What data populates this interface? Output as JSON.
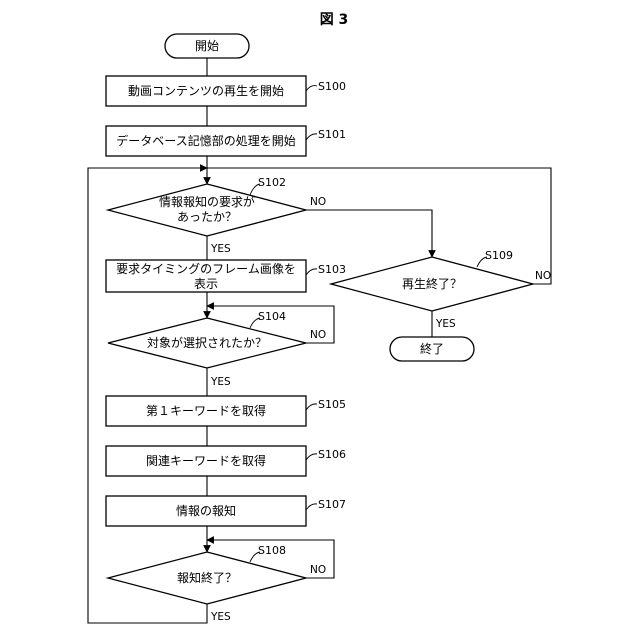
{
  "figure_title": "図 3",
  "nodes": {
    "start": {
      "text": "開始"
    },
    "s100": {
      "ref": "S100",
      "text": "動画コンテンツの再生を開始"
    },
    "s101": {
      "ref": "S101",
      "text": "データベース記憶部の処理を開始"
    },
    "s102": {
      "ref": "S102",
      "line1": "情報報知の要求が",
      "line2": "あったか？",
      "yes": "YES",
      "no": "NO"
    },
    "s103": {
      "ref": "S103",
      "line1": "要求タイミングのフレーム画像を",
      "line2": "表示"
    },
    "s104": {
      "ref": "S104",
      "text": "対象が選択されたか？",
      "yes": "YES",
      "no": "NO"
    },
    "s105": {
      "ref": "S105",
      "text": "第１キーワードを取得"
    },
    "s106": {
      "ref": "S106",
      "text": "関連キーワードを取得"
    },
    "s107": {
      "ref": "S107",
      "text": "情報の報知"
    },
    "s108": {
      "ref": "S108",
      "text": "報知終了？",
      "yes": "YES",
      "no": "NO"
    },
    "s109": {
      "ref": "S109",
      "text": "再生終了？",
      "yes": "YES",
      "no": "NO"
    },
    "end": {
      "text": "終了"
    }
  }
}
